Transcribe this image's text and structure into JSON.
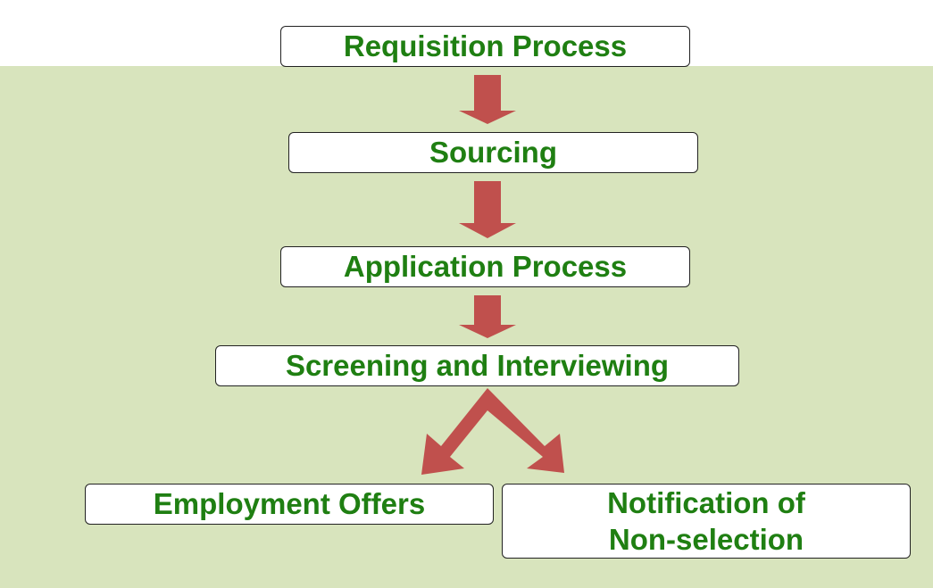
{
  "colors": {
    "background_panel": "#d8e4bd",
    "box_text": "#1f7f12",
    "arrow": "#c0504d"
  },
  "flow": {
    "step1": "Requisition Process",
    "step2": "Sourcing",
    "step3": "Application Process",
    "step4": "Screening and Interviewing",
    "branch_left": "Employment Offers",
    "branch_right_line1": "Notification of",
    "branch_right_line2": "Non-selection"
  }
}
